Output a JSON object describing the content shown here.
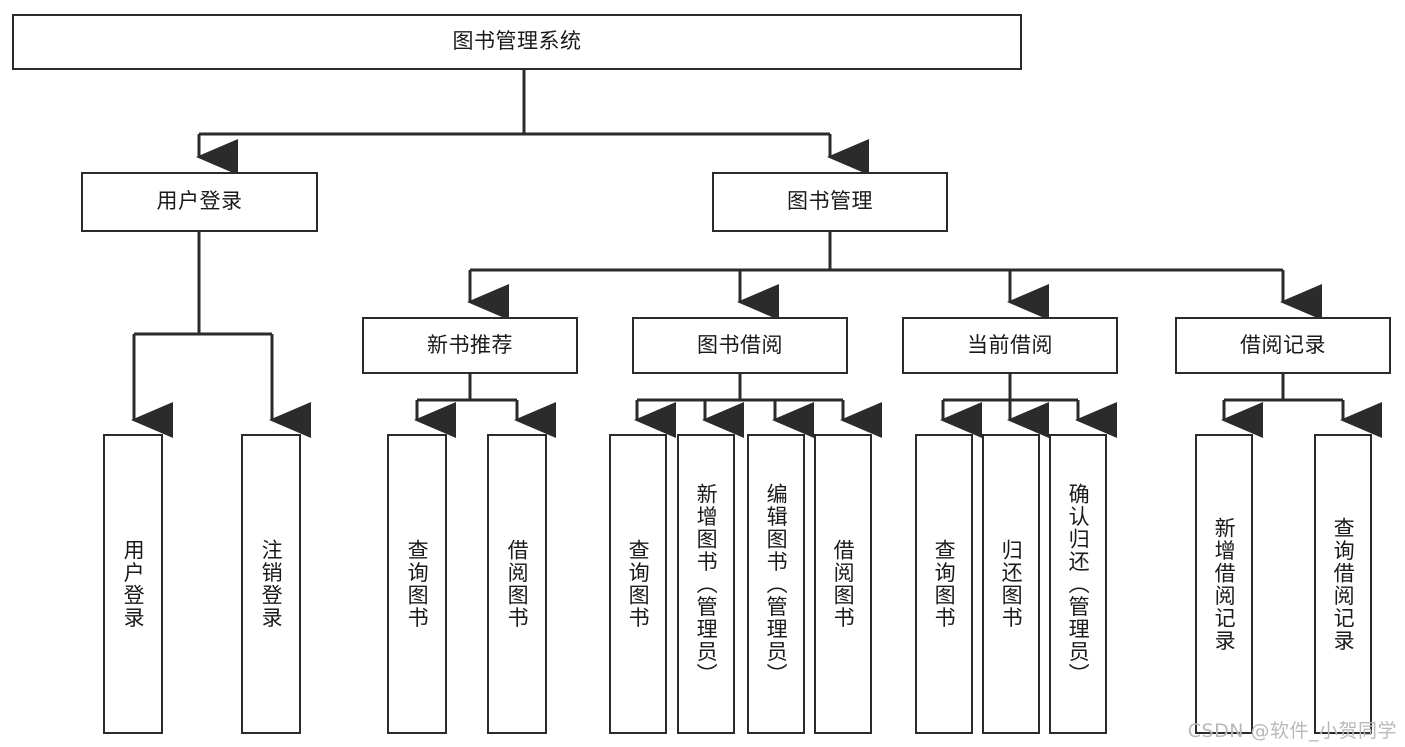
{
  "diagram": {
    "title": "图书管理系统",
    "watermark": "CSDN @软件_小贺同学",
    "root": {
      "label": "图书管理系统"
    },
    "level2": [
      {
        "label": "用户登录"
      },
      {
        "label": "图书管理"
      }
    ],
    "level3": [
      {
        "label": "新书推荐"
      },
      {
        "label": "图书借阅"
      },
      {
        "label": "当前借阅"
      },
      {
        "label": "借阅记录"
      }
    ],
    "leaves": {
      "user_login": [
        {
          "label": "用户登录"
        },
        {
          "label": "注销登录"
        }
      ],
      "new_book": [
        {
          "label": "查询图书"
        },
        {
          "label": "借阅图书"
        }
      ],
      "borrow_book": [
        {
          "label": "查询图书"
        },
        {
          "label": "新增图书（管理员）"
        },
        {
          "label": "编辑图书（管理员）"
        },
        {
          "label": "借阅图书"
        }
      ],
      "current_borrow": [
        {
          "label": "查询图书"
        },
        {
          "label": "归还图书"
        },
        {
          "label": "确认归还（管理员）"
        }
      ],
      "borrow_record": [
        {
          "label": "新增借阅记录"
        },
        {
          "label": "查询借阅记录"
        }
      ]
    },
    "colors": {
      "stroke": "#2b2b2b",
      "box_fill": "#ffffff",
      "text": "#1a1a1a",
      "watermark": "#b9b9b9",
      "background": "#ffffff"
    }
  }
}
